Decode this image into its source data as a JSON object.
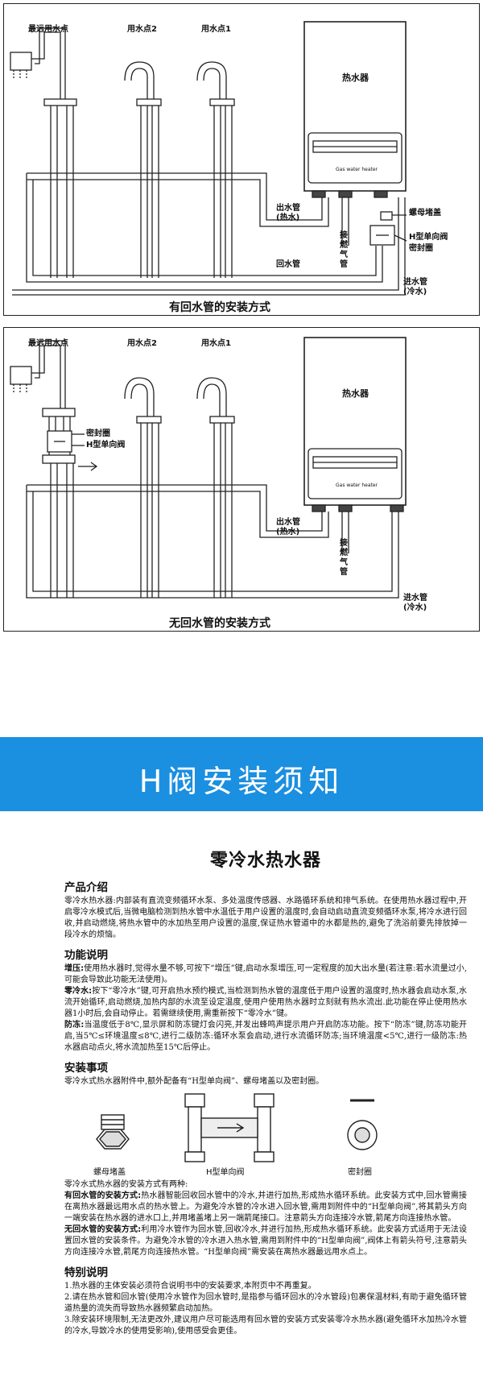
{
  "diagram1": {
    "label_far": "最远用水点",
    "label_p2": "用水点2",
    "label_p1": "用水点1",
    "heater": "热水器",
    "heater_small": "Gas water heater",
    "outlet": "出水管(热水)",
    "gas": "接燃气管",
    "return": "回水管",
    "inlet": "进水管(冷水)",
    "nut": "螺母堵盖",
    "valve": "H型单向阀",
    "seal": "密封圈",
    "caption": "有回水管的安装方式"
  },
  "diagram2": {
    "label_far": "最远用水点",
    "label_p2": "用水点2",
    "label_p1": "用水点1",
    "heater": "热水器",
    "heater_small": "Gas water heater",
    "outlet": "出水管(热水)",
    "gas": "接燃气管",
    "inlet": "进水管(冷水)",
    "seal": "密封圈",
    "valve": "H型单向阀",
    "caption": "无回水管的安装方式"
  },
  "banner": {
    "title": "H阀安装须知"
  },
  "doc": {
    "title": "零冷水热水器",
    "s1_head": "产品介绍",
    "s1_body": "零冷水热水器:内部装有直流变频循环水泵、多处温度传感器、水路循环系统和排气系统。在使用热水器过程中,开启零冷水模式后,当微电脑检测到热水管中水温低于用户设置的温度时,会自动启动直流变频循环水泵,将冷水进行回收,并启动燃烧,将热水管中的水加热至用户设置的温度,保证热水管道中的水都是热的,避免了洗浴前要先排放掉一段冷水的烦恼。",
    "s2_head": "功能说明",
    "s2_a_key": "增压:",
    "s2_a": "使用热水器时,觉得水量不够,可按下“增压”键,启动水泵增压,可一定程度的加大出水量(若注意:若水流量过小,可能会导致此功能无法使用)。",
    "s2_b_key": "零冷水:",
    "s2_b": "按下“零冷水”键,可开启热水预约模式,当检测到热水管的温度低于用户设置的温度时,热水器会启动水泵,水流开始循环,启动燃烧,加热内部的水流至设定温度,使用户使用热水器时立刻就有热水流出.此功能在停止使用热水器1小时后,会自动停止。若需继续使用,需重新按下“零冷水”键。",
    "s2_c_key": "防冻:",
    "s2_c": "当温度低于8℃,显示屏和防冻键灯会闪亮,并发出蜂鸣声提示用户开启防冻功能。按下“防冻”键,防冻功能开启,当5℃≤环境温度≤8℃,进行二级防冻:循环水泵会启动,进行水流循环防冻;当环境温度<5℃,进行一级防冻:热水器启动点火,将水流加热至15℃后停止。",
    "s3_head": "安装事项",
    "s3_body": "零冷水式热水器附件中,额外配备有“H型单向阀”、螺母堵盖以及密封圈。",
    "part_nut": "螺母堵盖",
    "part_valve": "H型单向阀",
    "part_seal": "密封圈",
    "s3_intro": "零冷水式热水器的安装方式有两种:",
    "s3_a_key": "有回水管的安装方式:",
    "s3_a": "热水器智能回收回水管中的冷水,并进行加热,形成热水循环系统。此安装方式中,回水管需接在离热水器最远用水点的热水管上。为避免冷水管的冷水进入回水管,需用到附件中的“H型单向阀”,将其箭头方向一端安装在热水器的进水口上,并用堵盖堵上另一端箭尾接口。注意箭头方向连接冷水管,箭尾方向连接热水管。",
    "s3_b_key": "无回水管的安装方式:",
    "s3_b": "利用冷水管作为回水管,回收冷水,并进行加热,形成热水循环系统。此安装方式适用于无法设置回水管的安装条件。为避免冷水管的冷水进入热水管,需用到附件中的“H型单向阀”,阀体上有箭头符号,注意箭头方向连接冷水管,箭尾方向连接热水管。“H型单向阀”需安装在离热水器最远用水点上。",
    "s4_head": "特别说明",
    "s4_1": "1.热水器的主体安装必须符合说明书中的安装要求,本附页中不再重复。",
    "s4_2": "2.请在热水管和回水管(使用冷水管作为回水管时,是指参与循环回水的冷水管段)包裹保温材料,有助于避免循环管道热量的流失而导致热水器频繁启动加热。",
    "s4_3": "3.除安装环境限制,无法更改外,建议用户尽可能选用有回水管的安装方式安装零冷水热水器(避免循环水加热冷水管的冷水,导致冷水的使用受影响),使用感受会更佳。"
  }
}
